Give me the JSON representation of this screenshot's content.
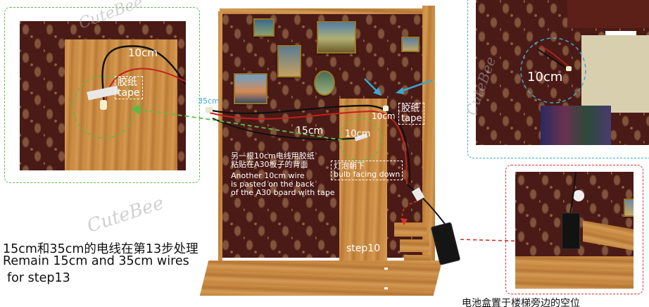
{
  "labels": {
    "tl_len": "10cm",
    "tl_tape_cn": "胶纸",
    "tl_tape_en": "tape",
    "mid_35": "35cm",
    "mid_15": "15cm",
    "mid_10": "10cm",
    "mid_top_10": "10cm",
    "mid_tape_cn": "胶纸",
    "mid_tape_en": "tape",
    "note_cn_1": "另一根10cm电线用胶纸",
    "note_cn_2": "粘贴在A30板子的背面",
    "note_en_1": "Another 10cm wire",
    "note_en_2": "is pasted on the back",
    "note_en_3": "of the A30 board with tape",
    "bulb_cn": "灯泡朝下",
    "bulb_en": "bulb facing down",
    "step": "step10",
    "tr_len": "10cm",
    "bottom_cn": "15cm和35cm的电线在第13步处理",
    "bottom_en_1": "Remain 15cm and 35cm wires",
    "bottom_en_2": "for step13",
    "battery_cn": "电池盒置于楼梯旁边的空位",
    "brand": "CuteBee"
  },
  "colors": {
    "green": "#5dbb46",
    "blue": "#3aa9cf",
    "red": "#d9302c"
  }
}
